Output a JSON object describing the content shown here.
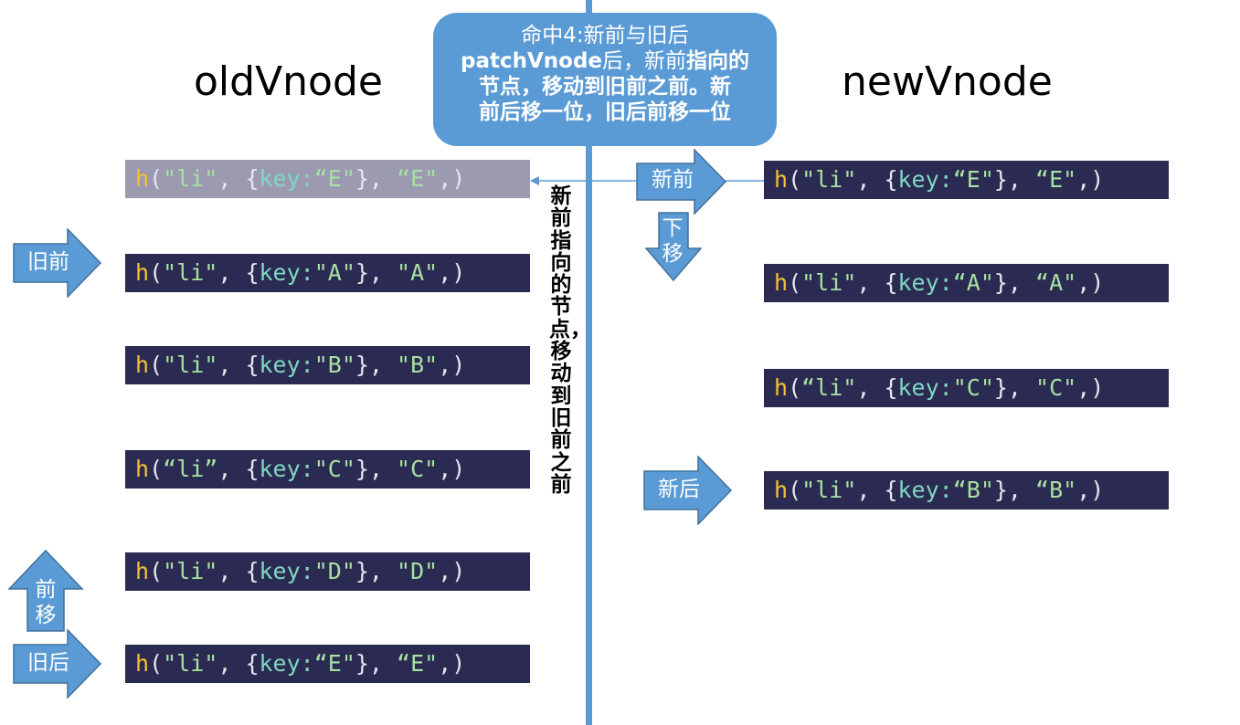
{
  "old_title": "oldVnode",
  "new_title": "newVnode",
  "callout": {
    "line1": "命中4:新前与旧后",
    "line2_bold": "patchVnode",
    "line2_rest": "后，新前",
    "line2_bold2": "指向的",
    "line3": "节点，移动到旧前之前。新",
    "line4": "前后移一位，旧后前移一位"
  },
  "vertical_note": "新前指向的节点，移动到旧前之前",
  "old_nodes": [
    {
      "tag": "\"li\"",
      "key": "“E\"",
      "text": "“E\""
    },
    {
      "tag": "\"li\"",
      "key": "\"A\"",
      "text": "\"A\""
    },
    {
      "tag": "\"li\"",
      "key": "\"B\"",
      "text": "\"B\""
    },
    {
      "tag": "“li”",
      "key": "\"C\"",
      "text": "\"C\""
    },
    {
      "tag": "\"li\"",
      "key": "\"D\"",
      "text": "\"D\""
    },
    {
      "tag": "\"li\"",
      "key": "“E\"",
      "text": "“E\""
    }
  ],
  "new_nodes": [
    {
      "tag": "\"li\"",
      "key": "“E\"",
      "text": "“E\""
    },
    {
      "tag": "\"li\"",
      "key": "“A\"",
      "text": "“A\""
    },
    {
      "tag": "“li\"",
      "key": "\"C\"",
      "text": "\"C\""
    },
    {
      "tag": "\"li\"",
      "key": "“B\"",
      "text": "“B\""
    }
  ],
  "pointers": {
    "old_start": "旧前",
    "old_end": "旧后",
    "move_up": "前\n移",
    "new_start": "新前",
    "move_down": "下\n移",
    "new_end": "新后"
  },
  "colors": {
    "accent": "#5b9bd5",
    "node_bg": "#2b2a52",
    "node_highlight_bg": "#9c9ab1"
  }
}
